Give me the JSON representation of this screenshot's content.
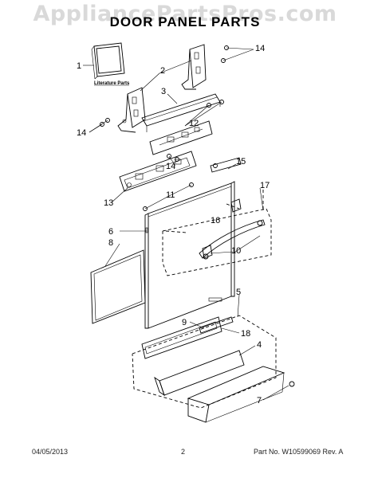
{
  "watermark": "AppliancePartsPros.com",
  "title": "DOOR PANEL PARTS",
  "literature_label": "Literature Parts",
  "callouts": [
    "1",
    "2",
    "3",
    "14",
    "12",
    "14",
    "13",
    "14",
    "11",
    "15",
    "17",
    "16",
    "6",
    "8",
    "10",
    "5",
    "9",
    "18",
    "4",
    "7"
  ],
  "footer": {
    "date": "04/05/2013",
    "page": "2",
    "part": "Part No. W10599069  Rev. A"
  }
}
